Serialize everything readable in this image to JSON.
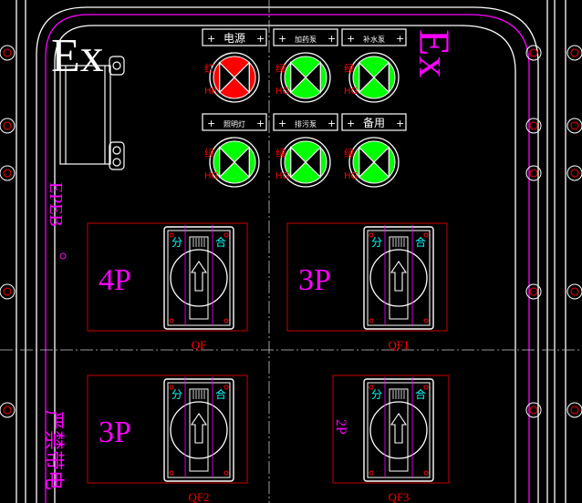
{
  "colors": {
    "background": "#000000",
    "enclosure": "#ffffff",
    "accent": "#ff00ff",
    "dimension": "#ff0000",
    "indicator_on": "#ff0000",
    "indicator_off": "#00ff00",
    "label_cyan": "#00ffff",
    "centerline": "#c8c8c8"
  },
  "enclosure": {
    "ex_mark_top_left": "Ex",
    "ex_mark_top_right": "Ex",
    "maker_text": "EPEB",
    "warning_text": "严禁带电"
  },
  "indicators": [
    {
      "label": "电源",
      "color_char": "红",
      "code": "HR",
      "state": "red"
    },
    {
      "label": "加药泵",
      "color_char": "绿",
      "code": "HG",
      "state": "green"
    },
    {
      "label": "补水泵",
      "color_char": "绿",
      "code": "HG",
      "state": "green"
    },
    {
      "label": "照明灯",
      "color_char": "绿",
      "code": "HG",
      "state": "green"
    },
    {
      "label": "排污泵",
      "color_char": "绿",
      "code": "HG",
      "state": "green"
    },
    {
      "label": "备用",
      "color_char": "绿",
      "code": "HG",
      "state": "green"
    }
  ],
  "breakers": [
    {
      "id": "QF",
      "poles": "4P",
      "off_label": "分",
      "on_label": "合"
    },
    {
      "id": "QF1",
      "poles": "3P",
      "off_label": "分",
      "on_label": "合"
    },
    {
      "id": "QF2",
      "poles": "3P",
      "off_label": "分",
      "on_label": "合"
    },
    {
      "id": "QF3",
      "poles": "2P",
      "off_label": "分",
      "on_label": "合"
    }
  ]
}
